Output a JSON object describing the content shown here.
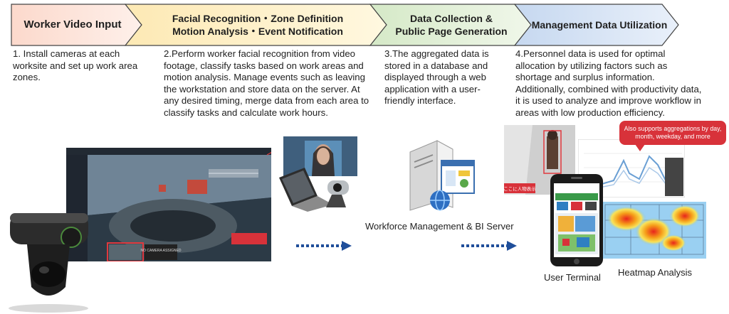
{
  "steps": [
    {
      "title": "Worker Video Input",
      "desc": "1. Install cameras at each worksite and set up work area zones."
    },
    {
      "title_line1": "Facial Recognition・Zone Definition",
      "title_line2": "Motion Analysis・Event Notification",
      "desc": "2.Perform worker facial recognition from video footage, classify tasks based on work areas and motion analysis. Manage events such as leaving the workstation and store data on the server. At any desired timing, merge data from each area to classify tasks and calculate work hours."
    },
    {
      "title_line1": "Data Collection &",
      "title_line2": "Public Page Generation",
      "desc": "3.The aggregated data is stored in a database and displayed through a web application with a user-friendly interface."
    },
    {
      "title": "Management Data Utilization",
      "desc": "4.Personnel data is used for optimal allocation by utilizing factors such as shortage and surplus information. Additionally, combined with productivity data, it is used to analyze and improve workflow in areas with low production efficiency."
    }
  ],
  "captions": {
    "server": "Workforce Management & BI Server",
    "terminal": "User Terminal",
    "heatmap": "Heatmap Analysis"
  },
  "callout": "Also supports aggregations by day, month, weekday, and more",
  "screen_label": "NO CAMERA ASSIGNED",
  "cam_label": "ここに人物表示",
  "colors": {
    "step1": "#fde3d7",
    "step2": "#fdf1c6",
    "step3": "#e4f0d9",
    "step4": "#dce6f4",
    "arrow": "#1f4e9a",
    "callout": "#d8323a"
  }
}
